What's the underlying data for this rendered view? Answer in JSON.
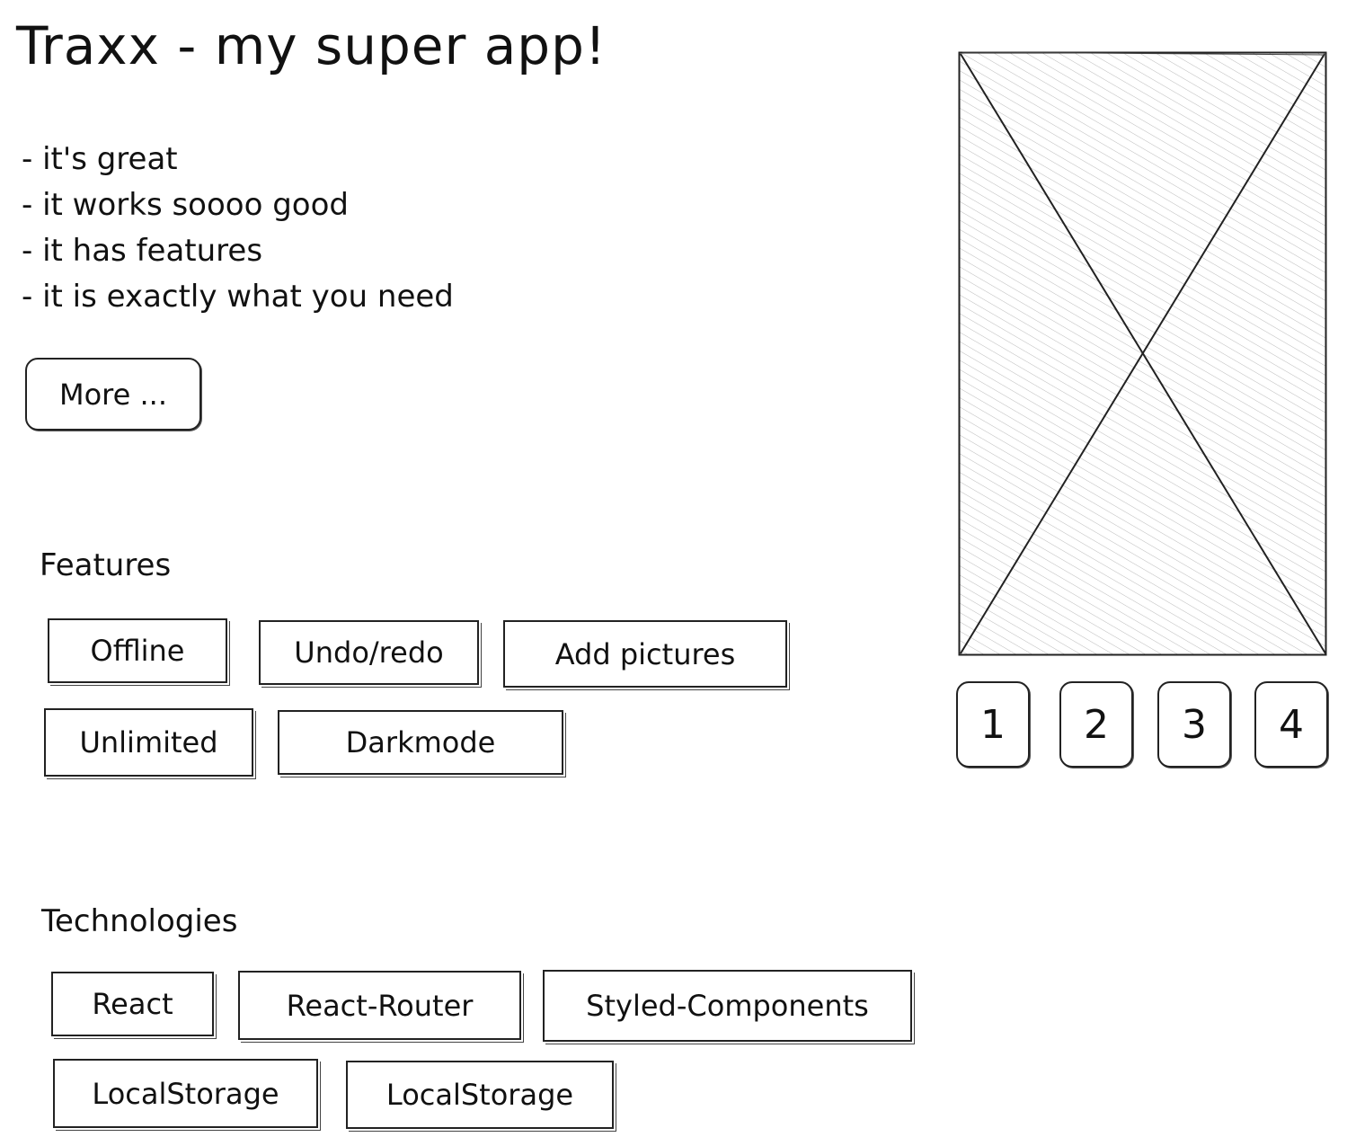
{
  "app": {
    "title": "Traxx - my super app!"
  },
  "bullets": [
    "- it's great",
    "- it works soooo good",
    "- it has features",
    "- it is exactly what you need"
  ],
  "more_button": {
    "label": "More ..."
  },
  "features": {
    "heading": "Features",
    "tags": [
      "Offline",
      "Undo/redo",
      "Add pictures",
      "Unlimited",
      "Darkmode"
    ]
  },
  "technologies": {
    "heading": "Technologies",
    "tags": [
      "React",
      "React-Router",
      "Styled-Components",
      "LocalStorage",
      "LocalStorage"
    ]
  },
  "gallery": {
    "image_icon": "image-placeholder-icon",
    "pages": [
      "1",
      "2",
      "3",
      "4"
    ]
  },
  "colors": {
    "ink": "#111111",
    "hatch": "#bbbbbb",
    "background": "#ffffff"
  }
}
